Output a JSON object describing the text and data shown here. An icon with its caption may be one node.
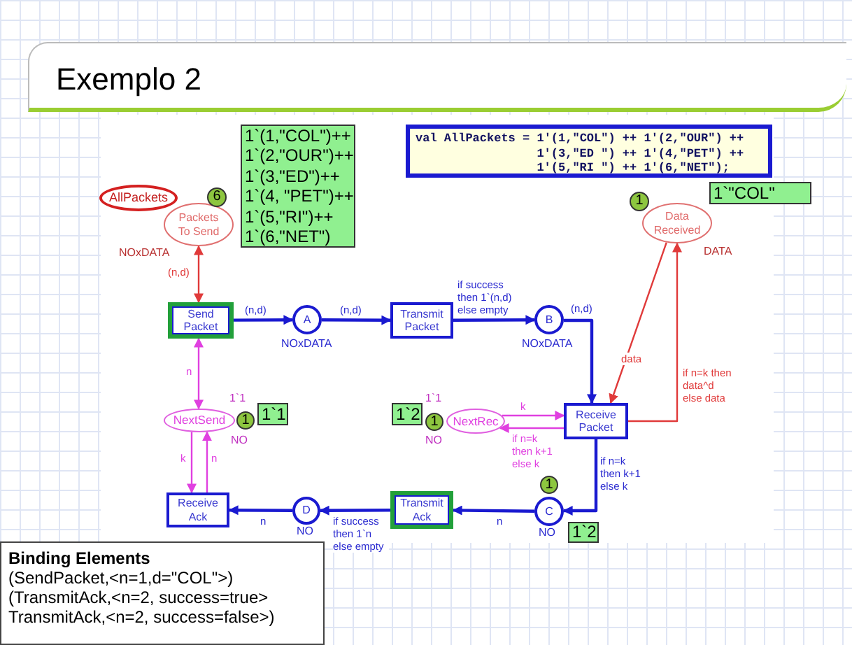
{
  "diagram": {
    "title": "Exemplo 2",
    "nodes": [
      {
        "text": [
          "AllPackets"
        ]
      },
      {
        "text": [
          "Packets To Send"
        ],
        "beside": [
          "NOxDATA"
        ]
      },
      {
        "text": [
          "6"
        ]
      },
      {
        "text": [
          "1`(1,\"COL\")++ 1`(2,\"OUR\")++ 1`(3,\"ED\")++ 1`(4, \"PET\")++ 1`(5,\"RI\")++ 1`(6,\"NET\")"
        ]
      },
      {
        "text": [
          "val AllPackets = 1'(1,\"COL\") ++ 1'(2,\"OUR\") ++ 1'(3,\"ED \") ++ 1'(4,\"PET\") ++ 1'(5,\"RI \") ++ 1'(6,\"NET\");"
        ]
      },
      {
        "text": [
          "Data Received"
        ],
        "beside": [
          "DATA"
        ]
      },
      {
        "text": [
          "1"
        ]
      },
      {
        "text": [
          "1`\"COL\""
        ]
      },
      {
        "text": [
          "Send Packet"
        ]
      },
      {
        "text": [
          "A"
        ],
        "beside": [
          "NOxDATA"
        ]
      },
      {
        "text": [
          "Transmit Packet"
        ]
      },
      {
        "text": [
          "B"
        ],
        "beside": [
          "NOxDATA"
        ]
      },
      {
        "text": [
          "Receive Packet"
        ]
      },
      {
        "text": [
          "NextSend"
        ],
        "beside": [
          "1`1",
          "NO"
        ]
      },
      {
        "text": [
          "1"
        ]
      },
      {
        "text": [
          "1`1"
        ]
      },
      {
        "text": [
          "NextRec"
        ],
        "beside": [
          "1`1",
          "NO"
        ]
      },
      {
        "text": [
          "1"
        ]
      },
      {
        "text": [
          "1`2"
        ]
      },
      {
        "text": [
          "Receive Ack"
        ]
      },
      {
        "text": [
          "D"
        ],
        "beside": [
          "NO"
        ]
      },
      {
        "text": [
          "Transmit Ack"
        ]
      },
      {
        "text": [
          "C"
        ],
        "beside": [
          "NO"
        ]
      },
      {
        "text": [
          "1"
        ]
      },
      {
        "text": [
          "1`2"
        ]
      },
      {
        "text": [
          "Binding Elements",
          "(SendPacket,<n=1,d=\"COL\">)",
          "(TransmitAck,<n=2, success=true>",
          "TransmitAck,<n=2, success=false>)"
        ]
      }
    ],
    "edges": [
      {
        "from": 1,
        "to": 8,
        "arrow": "both",
        "label": "(n,d)",
        "color": "#e03a3a"
      },
      {
        "from": 8,
        "to": 9,
        "arrow": "to",
        "label": "(n,d)"
      },
      {
        "from": 9,
        "to": 10,
        "arrow": "to",
        "label": "(n,d)"
      },
      {
        "from": 10,
        "to": 11,
        "arrow": "to",
        "label": "if success then 1`(n,d) else empty"
      },
      {
        "from": 11,
        "to": 12,
        "arrow": "to",
        "label": "(n,d)"
      },
      {
        "from": 5,
        "to": 12,
        "arrow": "to",
        "label": "data",
        "color": "#e03a3a"
      },
      {
        "from": 12,
        "to": 5,
        "arrow": "to",
        "label": "if n=k then data^d else data",
        "color": "#e03a3a"
      },
      {
        "from": 16,
        "to": 12,
        "arrow": "to",
        "label": "k",
        "color": "#e040e0"
      },
      {
        "from": 12,
        "to": 16,
        "arrow": "to",
        "label": "if n=k then k+1 else k",
        "color": "#e040e0"
      },
      {
        "from": 12,
        "to": 22,
        "arrow": "to",
        "label": "if n=k then k+1 else k"
      },
      {
        "from": 22,
        "to": 21,
        "arrow": "to",
        "label": "n"
      },
      {
        "from": 21,
        "to": 20,
        "arrow": "to",
        "label": "if success then 1`n else empty"
      },
      {
        "from": 20,
        "to": 19,
        "arrow": "to",
        "label": "n"
      },
      {
        "from": 8,
        "to": 13,
        "arrow": "both",
        "label": "n",
        "color": "#e040e0"
      },
      {
        "from": 13,
        "to": 19,
        "arrow": "to",
        "label": "k",
        "color": "#e040e0"
      },
      {
        "from": 19,
        "to": 13,
        "arrow": "to",
        "label": "n",
        "color": "#e040e0"
      }
    ]
  }
}
